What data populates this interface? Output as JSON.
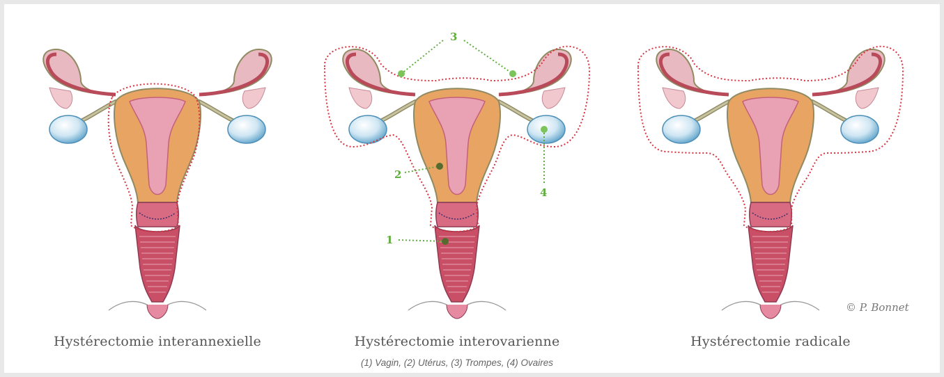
{
  "panels": [
    {
      "id": "interannexielle",
      "caption": "Hystérectomie interannexielle"
    },
    {
      "id": "interovarienne",
      "caption": "Hystérectomie interovarienne"
    },
    {
      "id": "radicale",
      "caption": "Hystérectomie radicale"
    }
  ],
  "markers": {
    "vagina": "1",
    "uterus": "2",
    "tubes": "3",
    "ovaries": "4"
  },
  "legend": "(1) Vagin, (2) Utérus, (3) Trompes, (4) Ovaires",
  "copyright": "© P. Bonnet",
  "colors": {
    "uterus": "#e8a463",
    "cavity": "#e9a1b4",
    "tube": "#b94a5a",
    "tube_inner": "#e2849a",
    "ligament": "#8f8a62",
    "ovary": "#c6e0f0",
    "vagina": "#c94f66",
    "cut_line": "#d9323f",
    "marker": "#5fae3d"
  }
}
